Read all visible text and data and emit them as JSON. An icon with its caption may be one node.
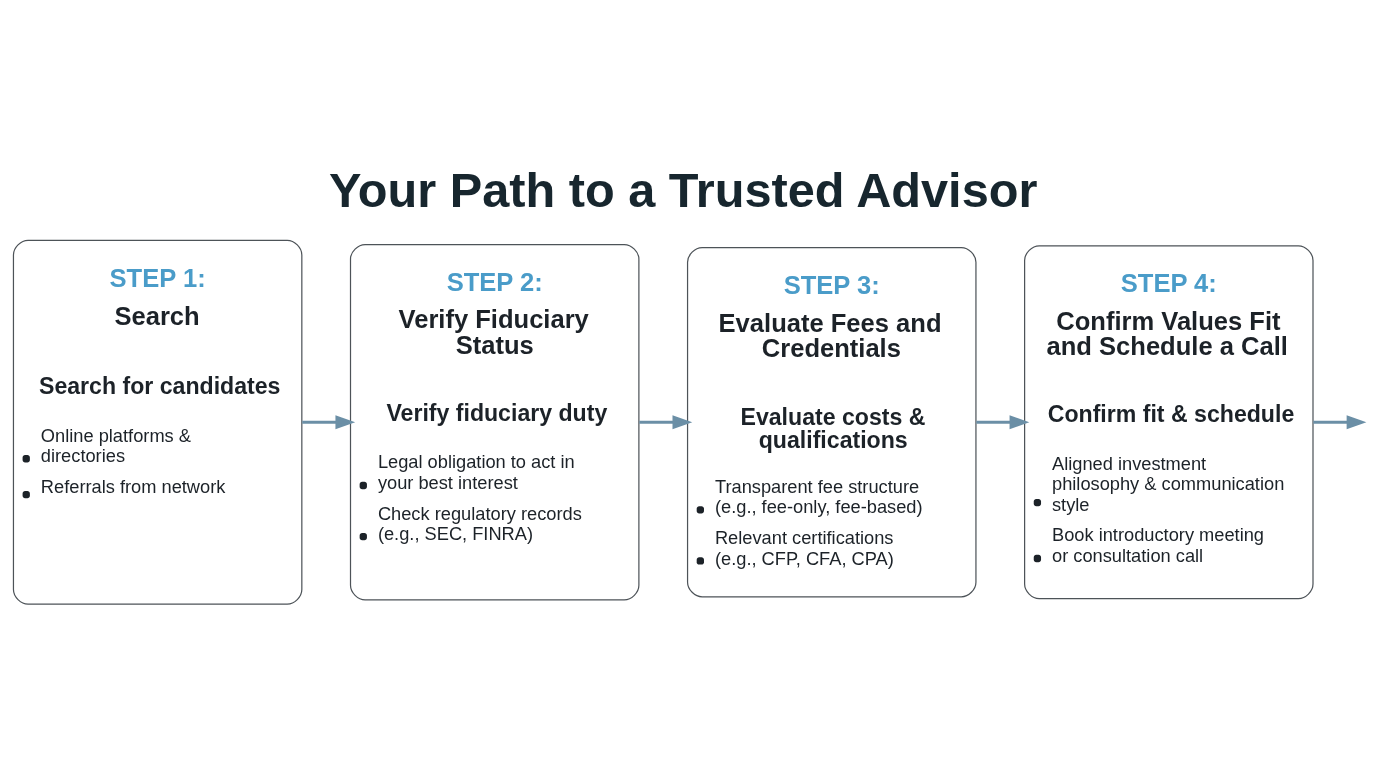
{
  "diagram": {
    "title": "Your Path to a Trusted Advisor",
    "nodes": [
      {
        "text": [
          "STEP 1:",
          "Search",
          "Search for candidates",
          "Online platforms & directories",
          "Referrals from network"
        ]
      },
      {
        "text": [
          "STEP 2:",
          "Verify Fiduciary Status",
          "Verify fiduciary duty",
          "Legal obligation to act in your best interest",
          "Check regulatory records (e.g., SEC, FINRA)"
        ]
      },
      {
        "text": [
          "STEP 3:",
          "Evaluate Fees and Credentials",
          "Evaluate costs & qualifications",
          "Transparent fee structure (e.g., fee-only, fee-based)",
          "Relevant certifications (e.g., CFP, CFA, CPA)"
        ]
      },
      {
        "text": [
          "STEP 4:",
          "Confirm Values Fit and Schedule a Call",
          "Confirm fit & schedule",
          "Aligned investment philosophy & communication style",
          "Book introductory meeting or consultation call"
        ]
      }
    ],
    "edges": [
      {
        "from": 0,
        "to": 1,
        "arrow": "to"
      },
      {
        "from": 1,
        "to": 2,
        "arrow": "to"
      },
      {
        "from": 2,
        "to": 3,
        "arrow": "to"
      },
      {
        "from": 3,
        "to": null,
        "arrow": "to"
      }
    ]
  }
}
